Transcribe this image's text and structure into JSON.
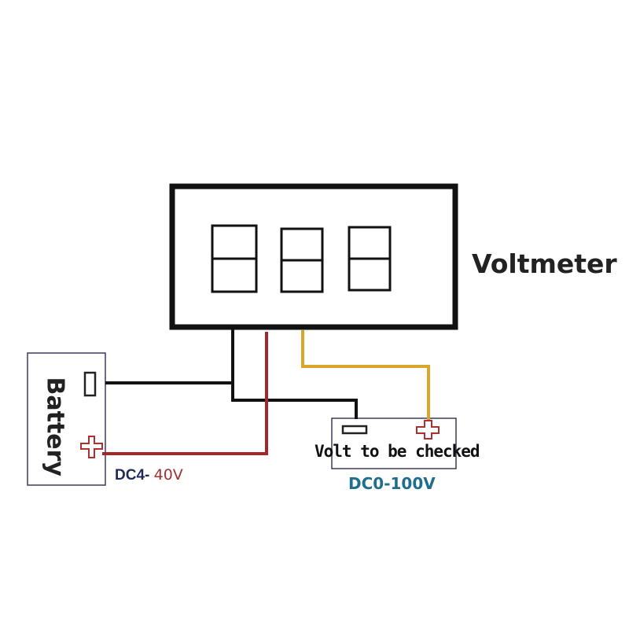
{
  "labels": {
    "voltmeter": "Voltmeter",
    "battery": "Battery",
    "battery_range_prefix": "DC4-",
    "battery_range_value": "40V",
    "source_label": "Volt to be checked",
    "source_range": "DC0-100V"
  },
  "colors": {
    "black_wire": "#111111",
    "red_wire": "#a52626",
    "yellow_wire": "#d8a62a",
    "box_outline": "#3a3a5a",
    "plus_terminal": "#b03030",
    "dc4_text": "#1f2a5a",
    "dc4_value": "#a43030",
    "dc0_text": "#1f6e8c"
  },
  "icons": [
    "seven-segment-digit",
    "minus-terminal-icon",
    "plus-terminal-icon"
  ]
}
